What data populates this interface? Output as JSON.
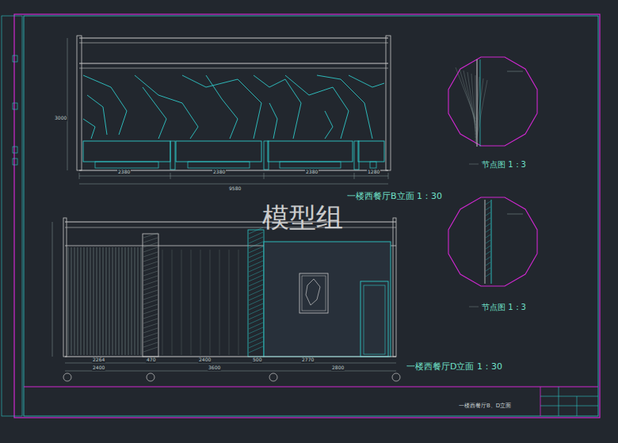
{
  "diagram": {
    "labels": [
      "模型组",
      "一楼西餐厅B立面 1：30",
      "一楼西餐厅D立面 1：30",
      "节点图 1：3",
      "节点图 1：3",
      "2380",
      "2380",
      "2380",
      "1280",
      "9580",
      "2264",
      "470",
      "2400",
      "500",
      "2770",
      "2400",
      "3600",
      "2800",
      "一楼西餐厅B、D立面",
      "3000"
    ]
  }
}
